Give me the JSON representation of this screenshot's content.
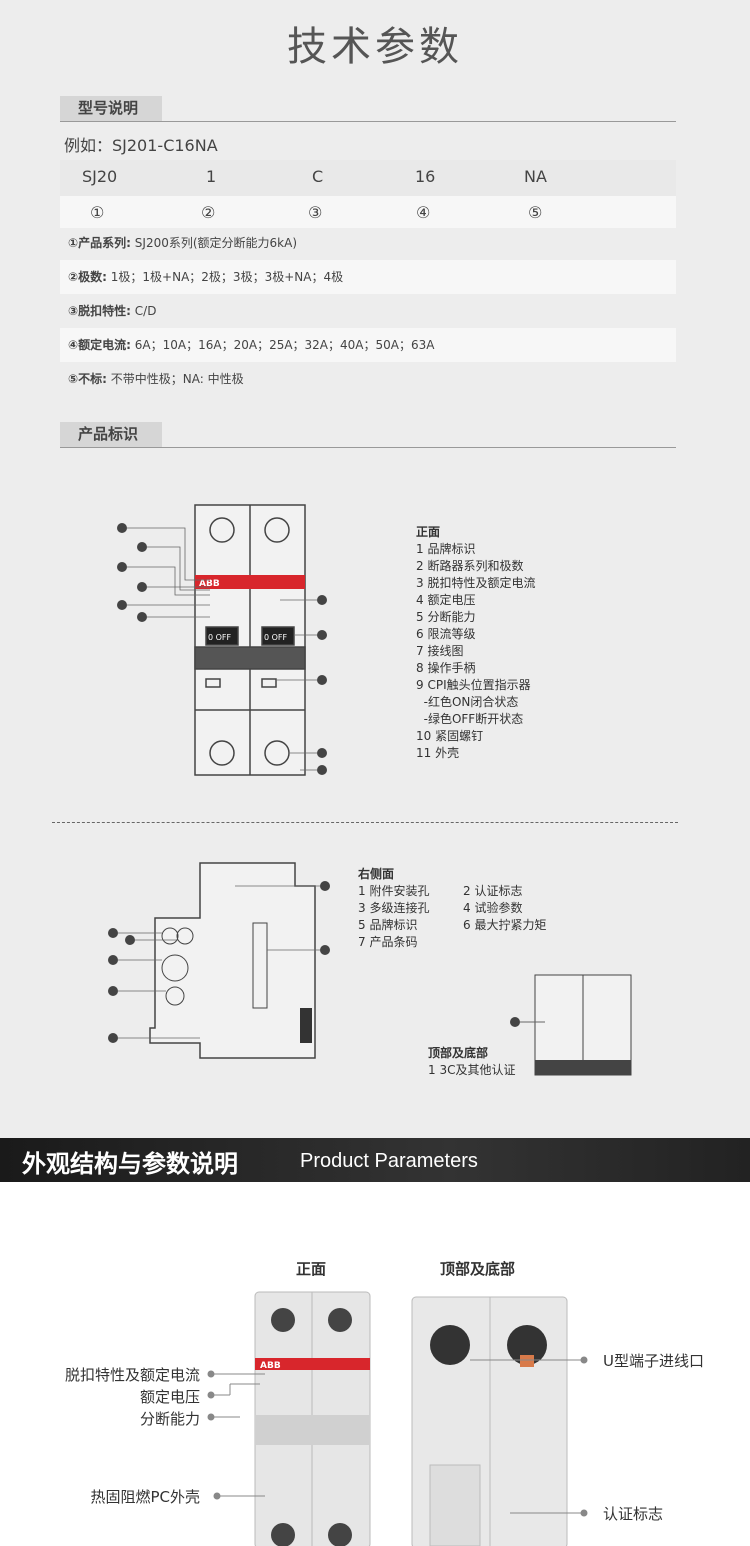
{
  "title": "技术参数",
  "model": {
    "heading": "型号说明",
    "example": "例如：SJ201-C16NA",
    "codes": [
      "SJ20",
      "1",
      "C",
      "16",
      "NA"
    ],
    "markers": [
      "①",
      "②",
      "③",
      "④",
      "⑤"
    ],
    "rows": [
      {
        "label": "①产品系列:",
        "value": " SJ200系列(额定分断能力6kA)"
      },
      {
        "label": "②极数:",
        "value": " 1极；1极+NA；2极；3极；3极+NA；4极"
      },
      {
        "label": "③脱扣特性:",
        "value": " C/D"
      },
      {
        "label": "④额定电流:",
        "value": " 6A；10A；16A；20A；25A；32A；40A；50A；63A"
      },
      {
        "label": "⑤不标:",
        "value": " 不带中性极；NA: 中性极"
      }
    ]
  },
  "product_marking": {
    "heading": "产品标识",
    "front_title": "正面",
    "front_items": [
      "1 品牌标识",
      "2 断路器系列和极数",
      "3 脱扣特性及额定电流",
      "4 额定电压",
      "5 分断能力",
      "6 限流等级",
      "7 接线图",
      "8 操作手柄",
      "9 CPI触头位置指示器",
      "  -红色ON闭合状态",
      "  -绿色OFF断开状态",
      "10 紧固螺钉",
      "11 外壳"
    ],
    "side_title": "右侧面",
    "side_items": [
      "1 附件安装孔",
      "2 认证标志",
      "3 多级连接孔",
      "4 试验参数",
      "5 品牌标识",
      "6 最大拧紧力矩",
      "7 产品条码"
    ],
    "topbottom_title": "顶部及底部",
    "topbottom_items": [
      "1 3C及其他认证"
    ],
    "brand": "ABB",
    "handle_text": "0 OFF"
  },
  "banner": {
    "cn": "外观结构与参数说明",
    "en": "Product Parameters"
  },
  "params": {
    "front_label": "正面",
    "top_label": "顶部及底部",
    "left": [
      "脱扣特性及额定电流",
      "额定电压",
      "分断能力",
      "热固阻燃PC外壳"
    ],
    "right": [
      "U型端子进线口",
      "认证标志"
    ]
  },
  "colors": {
    "brand_red": "#d8262c",
    "bg": "#ededed"
  }
}
